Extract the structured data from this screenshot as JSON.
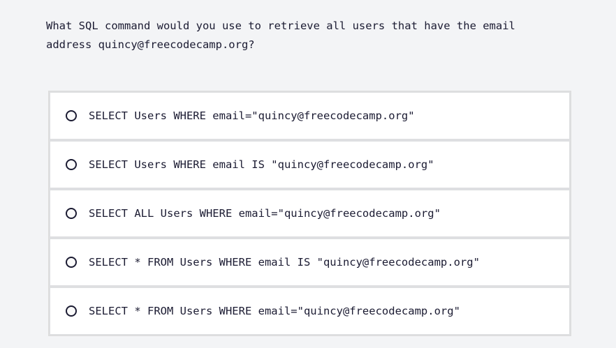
{
  "question": {
    "text": "What SQL command would you use to retrieve all users that have the email address quincy@freecodecamp.org?"
  },
  "answers": {
    "input_type": "radio",
    "selected_index": null,
    "options": [
      {
        "label": "SELECT Users WHERE email=\"quincy@freecodecamp.org\"",
        "selected": false
      },
      {
        "label": "SELECT Users WHERE email IS \"quincy@freecodecamp.org\"",
        "selected": false
      },
      {
        "label": "SELECT ALL Users WHERE email=\"quincy@freecodecamp.org\"",
        "selected": false
      },
      {
        "label": "SELECT * FROM Users WHERE email IS \"quincy@freecodecamp.org\"",
        "selected": false
      },
      {
        "label": "SELECT * FROM Users WHERE email=\"quincy@freecodecamp.org\"",
        "selected": false
      }
    ]
  },
  "colors": {
    "page_background": "#f3f4f6",
    "card_background": "#ffffff",
    "container_border": "#dcdcdc",
    "divider": "#dedfe1",
    "text": "#1b1b32",
    "radio_border": "#1b1b32"
  }
}
